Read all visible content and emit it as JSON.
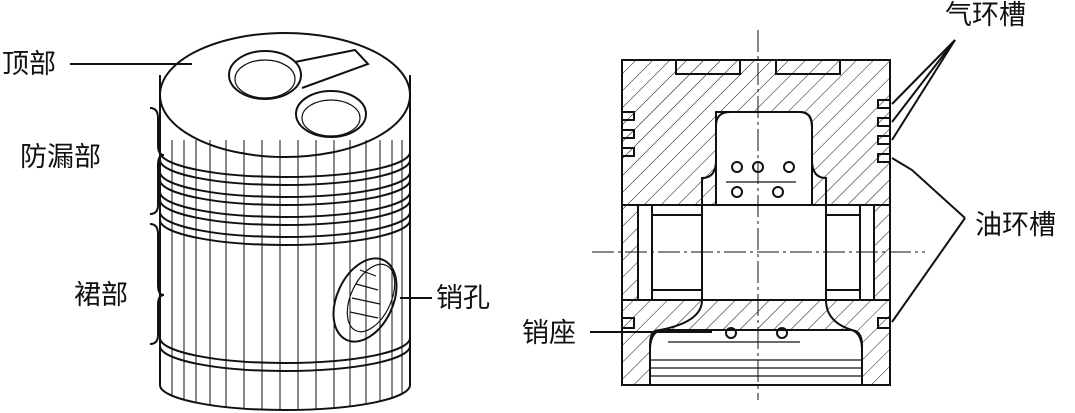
{
  "labels": {
    "top": "顶部",
    "seal": "防漏部",
    "skirt": "裙部",
    "pin_hole": "销孔",
    "gas_ring_groove": "气环槽",
    "oil_ring_groove": "油环槽",
    "pin_boss": "销座"
  },
  "colors": {
    "line": "#111111",
    "background": "#ffffff"
  }
}
